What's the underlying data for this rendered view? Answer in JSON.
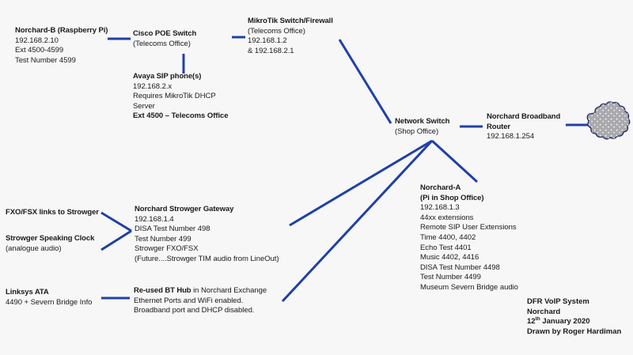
{
  "diagram": {
    "title": "DFR VoIP System Norchard network diagram",
    "accent_color": "#2040a8",
    "text_color": "#1a1a1a",
    "background_color": "#f7f7f7",
    "cloud_fill": "#a9a9ae"
  },
  "nodes": {
    "norchard_b": {
      "title": "Norchard-B (Raspberry Pi)",
      "lines": [
        "192.168.2.10",
        "Ext 4500-4599",
        "Test Number 4599"
      ]
    },
    "cisco_poe": {
      "title": "Cisco POE Switch",
      "lines": [
        "(Telecoms Office)"
      ]
    },
    "avaya_sip": {
      "title": "Avaya SIP phone(s)",
      "lines": [
        "192.168.2.x",
        "Requires MikroTik DHCP",
        "Server",
        "Ext 4500 – Telecoms Office"
      ]
    },
    "mikrotik": {
      "title": "MikroTik Switch/Firewall",
      "lines": [
        "(Telecoms Office)",
        "192.168.1.2",
        "& 192.168.2.1"
      ]
    },
    "network_switch": {
      "title": "Network Switch",
      "lines": [
        "(Shop Office)"
      ]
    },
    "broadband_router": {
      "title": "Norchard Broadband",
      "lines": [
        "Router",
        "192.168.1.254"
      ]
    },
    "internet_cloud": {
      "icon": "cloud-icon",
      "label": ""
    },
    "norchard_a": {
      "title": "Norchard-A",
      "subtitle": "(Pi in Shop Office)",
      "lines": [
        "192.168.1.3",
        "44xx extensions",
        "Remote SIP User Extensions",
        "Time 4400, 4402",
        "Echo Test 4401",
        "Music 4402, 4416",
        "DISA Test Number 4498",
        "Test Number 4499",
        "Museum Severn Bridge audio"
      ]
    },
    "fxo_fsx": {
      "title": "FXO/FSX links to Strowger",
      "lines": []
    },
    "speaking_clock": {
      "title": "Strowger Speaking Clock",
      "lines": [
        "(analogue audio)"
      ]
    },
    "linksys_ata": {
      "title": "Linksys ATA",
      "lines": [
        "4490 + Severn Bridge Info"
      ]
    },
    "strowger_gateway": {
      "title": "Norchard Strowger Gateway",
      "lines": [
        "192.168.1.4",
        "DISA Test Number 498",
        "Test Number 499",
        "Strowger FXO/FSX",
        "(Future....Strowger TIM audio from LineOut)"
      ]
    },
    "bt_hub": {
      "title": "Re-used BT Hub",
      "title_rest": " in Norchard Exchange",
      "lines": [
        "Ethernet Ports and WiFi enabled.",
        "Broadband port and DHCP disabled."
      ]
    }
  },
  "stamp": {
    "line1": "DFR VoIP System",
    "line2": "Norchard",
    "date_number": "12",
    "date_suffix": "th",
    "date_rest": " January 2020",
    "author": "Drawn by Roger Hardiman"
  }
}
